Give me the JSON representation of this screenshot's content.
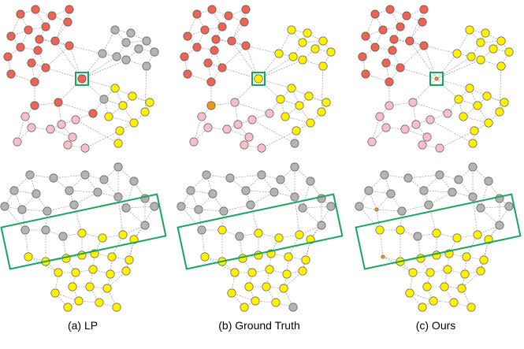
{
  "captions": {
    "lp": "(a) LP",
    "gt": "(b) Ground Truth",
    "ours": "(c) Ours"
  },
  "colors": {
    "red": "#EE6452",
    "gray": "#B4B4B4",
    "yellow": "#FFF200",
    "pink": "#F7BFC9",
    "orange": "#F0961E",
    "highlight": "#1AA65A",
    "edge": "#8C8C8C"
  }
}
